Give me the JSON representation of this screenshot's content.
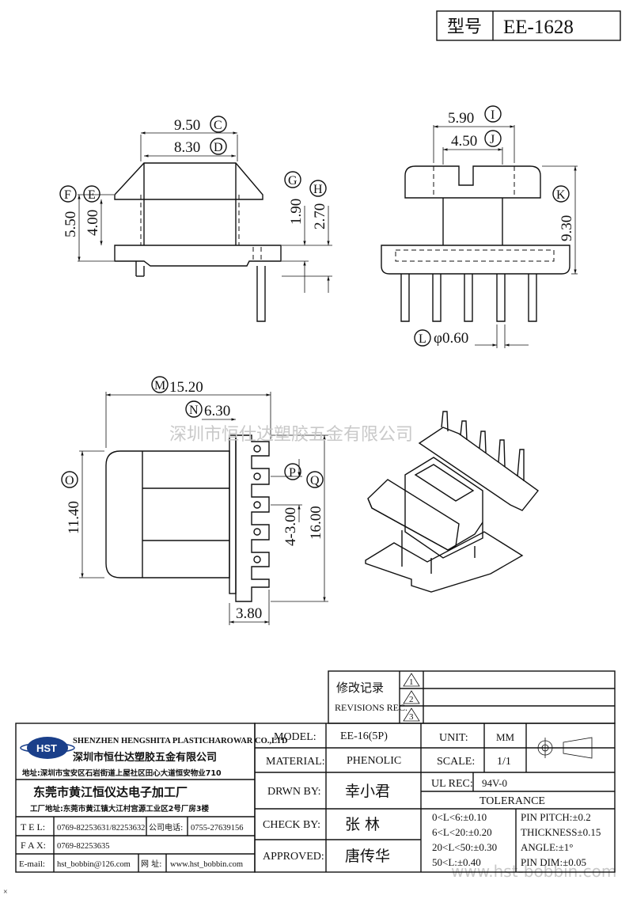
{
  "title_block": {
    "model_label": "型号",
    "model_value": "EE-1628"
  },
  "dimensions": {
    "C": "9.50",
    "D": "8.30",
    "E": "4.00",
    "F": "5.50",
    "G": "1.90",
    "H": "2.70",
    "I": "5.90",
    "J": "4.50",
    "K": "9.30",
    "L": "φ0.60",
    "M": "15.20",
    "N": "6.30",
    "O": "11.40",
    "P": "4-3.00",
    "Q": "16.00",
    "R": "3.80"
  },
  "callouts": [
    "C",
    "D",
    "E",
    "F",
    "G",
    "H",
    "I",
    "J",
    "K",
    "L",
    "M",
    "N",
    "O",
    "P",
    "Q"
  ],
  "watermark": "深圳市恒仕达塑胶五金有限公司",
  "watermark2": "www.hst-bobbin.com",
  "revisions": {
    "title_cn": "修改记录",
    "title_en": "REVISIONS REC.",
    "marks": [
      "1",
      "2",
      "3"
    ]
  },
  "company": {
    "logo": "HST",
    "name_en": "SHENZHEN HENGSHITA PLASTICHAROWAR CO.,LTD",
    "name_cn": "深圳市恒仕达塑胶五金有限公司",
    "address": "地址:深圳市宝安区石岩街道上屋社区田心大道恒安物业710",
    "factory_name": "东莞市黄江恒仪达电子加工厂",
    "factory_address": "工厂地址:东莞市黄江镇大江村宫源工业区2号厂房3楼",
    "tel_label": "T E L:",
    "tel": "0769-82253631/82253632",
    "office_label": "公司电话:",
    "office": "0755-27639156",
    "fax_label": "F A X:",
    "fax": "0769-82253635",
    "email_label": "E-mail:",
    "email": "hst_bobbin@126.com",
    "web_label": "网 址:",
    "web": "www.hst_bobbin.com"
  },
  "specs": {
    "model_label": "MODEL:",
    "model": "EE-16(5P)",
    "unit_label": "UNIT:",
    "unit": "MM",
    "material_label": "MATERIAL:",
    "material": "PHENOLIC",
    "scale_label": "SCALE:",
    "scale": "1/1",
    "drawn_label": "DRWN BY:",
    "drawn": "幸小君",
    "ul_label": "UL REC:",
    "ul": "94V-0",
    "check_label": "CHECK BY:",
    "check": "张 林",
    "approved_label": "APPROVED:",
    "approved": "唐传华",
    "tolerance_label": "TOLERANCE",
    "tol_left": [
      "0<L<6:±0.10",
      "6<L<20:±0.20",
      "20<L<50:±0.30",
      "50<L:±0.40"
    ],
    "tol_right": [
      "PIN PITCH:±0.2",
      "THICKNESS±0.15",
      "ANGLE:±1°",
      "PIN DIM:±0.05"
    ]
  }
}
